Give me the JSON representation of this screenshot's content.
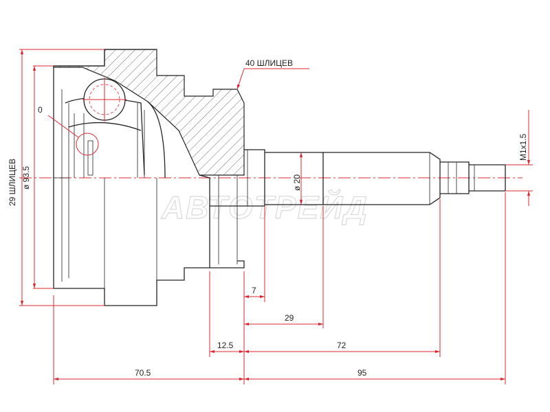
{
  "drawing": {
    "outer_spline_label": "40 ШЛИЦЕВ",
    "inner_spline_label": "29 ШЛИЦЕВ",
    "outer_diameter_label": "ø 93.5",
    "shaft_diameter_label": "ø 20",
    "thread_label": "M1x1.5",
    "zero_label": "0",
    "watermark": "АВТОТРЕЙД"
  },
  "dimensions": {
    "d7": "7",
    "d29": "29",
    "d12_5": "12.5",
    "d72": "72",
    "d70_5": "70.5",
    "d95": "95"
  },
  "colors": {
    "dimension": "#e0242e",
    "outline": "#222222"
  }
}
